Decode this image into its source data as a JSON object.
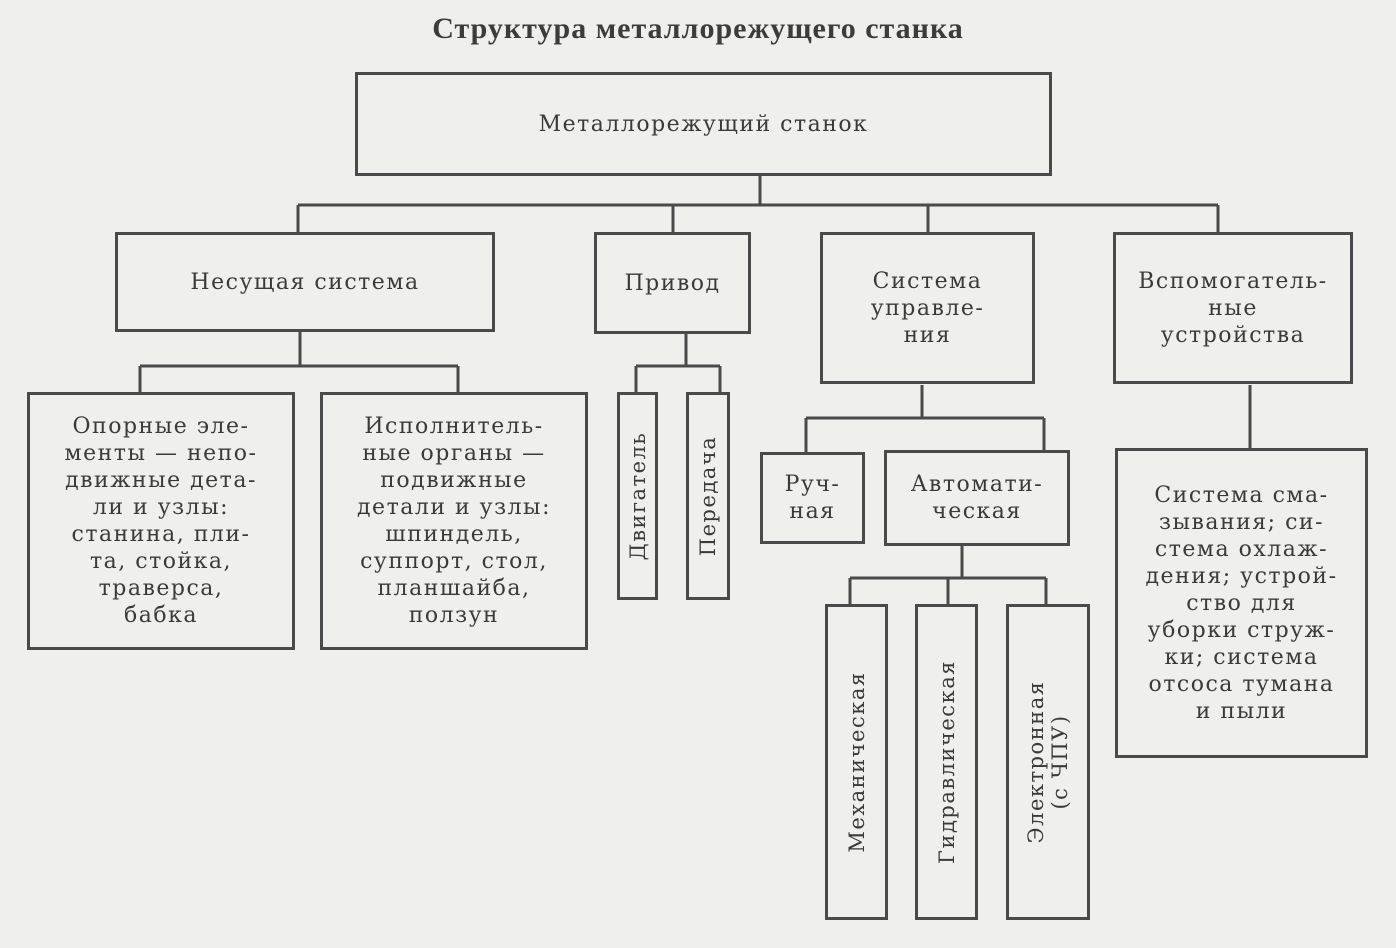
{
  "title": "Структура металлорежущего станка",
  "root": "Металлорежущий станок",
  "level1": {
    "carrier": "Несущая система",
    "drive": "Привод",
    "control": "Система\nуправле-\nния",
    "aux": "Вспомогатель-\nные\nустройства"
  },
  "carrier_children": {
    "support": "Опорные эле-\nменты — непо-\nдвижные дета-\nли и узлы:\nстанина, пли-\nта, стойка,\nтраверса,\nбабка",
    "executive": "Исполнитель-\nные органы —\nподвижные\nдетали и узлы:\nшпиндель,\nсуппорт, стол,\nпланшайба,\nползун"
  },
  "drive_children": {
    "motor": "Двигатель",
    "transmission": "Передача"
  },
  "control_children": {
    "manual": "Руч-\nная",
    "automatic": "Автомати-\nческая"
  },
  "automatic_children": {
    "mechanical": "Механическая",
    "hydraulic": "Гидравлическая",
    "electronic": "Электронная\n(с ЧПУ)"
  },
  "aux_children": {
    "systems": "Система сма-\nзывания; си-\nстема охлаж-\nдения; устрой-\nство для\nуборки струж-\nки; система\nотсоса тумана\nи пыли"
  }
}
